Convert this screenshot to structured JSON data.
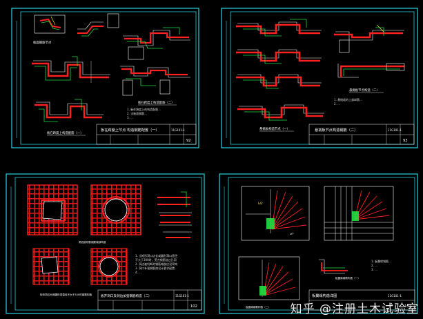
{
  "colors": {
    "background": "#000000",
    "frame": "#29d3de",
    "rebar": "#ff2020",
    "rebar_fill": "#c81010",
    "green": "#20e040",
    "white": "#ffffff",
    "yellow": "#ffff40"
  },
  "sheets": [
    {
      "title": "板在跨度上节点 构造钢筋配置（一）",
      "sheet_no": "11G101-1",
      "page": "92",
      "labels": [
        "板面钢筋节点",
        "板在跨度上构造配筋（二）",
        "板在跨度上构造配筋（一）"
      ]
    },
    {
      "title": "悬挑板节点构造钢筋（二）",
      "sheet_no": "11G101-1",
      "page": "93",
      "labels": [
        "悬挑板节点构造（二）",
        "悬挑板构造节点（一）"
      ]
    },
    {
      "title": "板开洞口及洞边加强钢筋构造（二）",
      "sheet_no": "11G101-1",
      "page": "102",
      "labels": [
        "矩形洞边长和圆形洞直径不大于300时钢筋构造",
        "洞边被切断钢筋端部构造"
      ]
    },
    {
      "title": "板翼缘构造详图",
      "sheet_no": "11G101-1",
      "page": "103",
      "labels": [
        "板翼缘钢筋构造（一）",
        "板翼缘钢筋构造（二）"
      ]
    }
  ],
  "watermark": "知乎 @注册土木试验室"
}
